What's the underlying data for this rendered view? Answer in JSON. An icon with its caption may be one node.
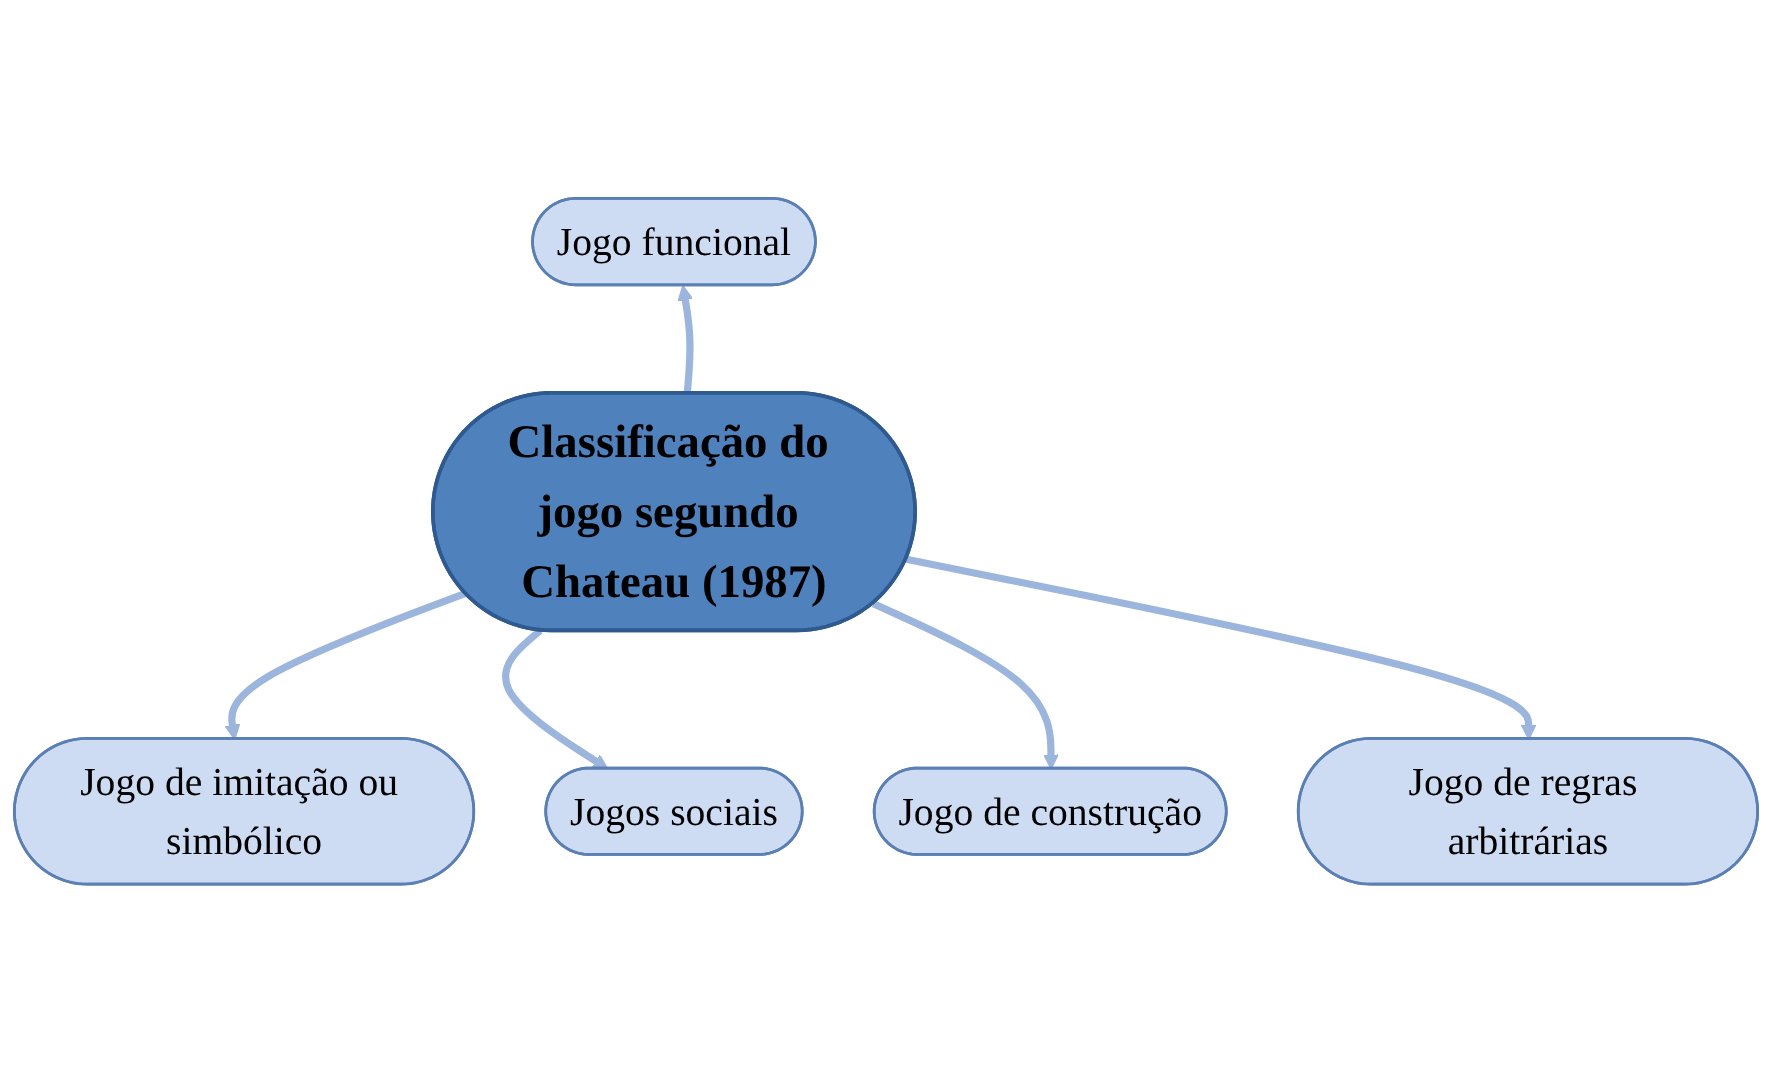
{
  "diagram": {
    "nodes": [
      {
        "text": [
          "Jogo funcional"
        ]
      },
      {
        "text": [
          "Jogo de imitação ou simbólico"
        ]
      },
      {
        "text": [
          "Jogos sociais"
        ]
      },
      {
        "text": [
          "Classificação do jogo segundo Chateau (1987)"
        ]
      },
      {
        "text": [
          "Jogo de construção"
        ]
      },
      {
        "text": [
          "Jogo de regras arbitrárias"
        ]
      }
    ],
    "edges": [
      {
        "from": 3,
        "to": 0,
        "arrow": "to"
      },
      {
        "from": 3,
        "to": 1,
        "arrow": "to"
      },
      {
        "from": 3,
        "to": 2,
        "arrow": "to"
      },
      {
        "from": 3,
        "to": 4,
        "arrow": "to"
      },
      {
        "from": 3,
        "to": 5,
        "arrow": "to"
      }
    ]
  }
}
